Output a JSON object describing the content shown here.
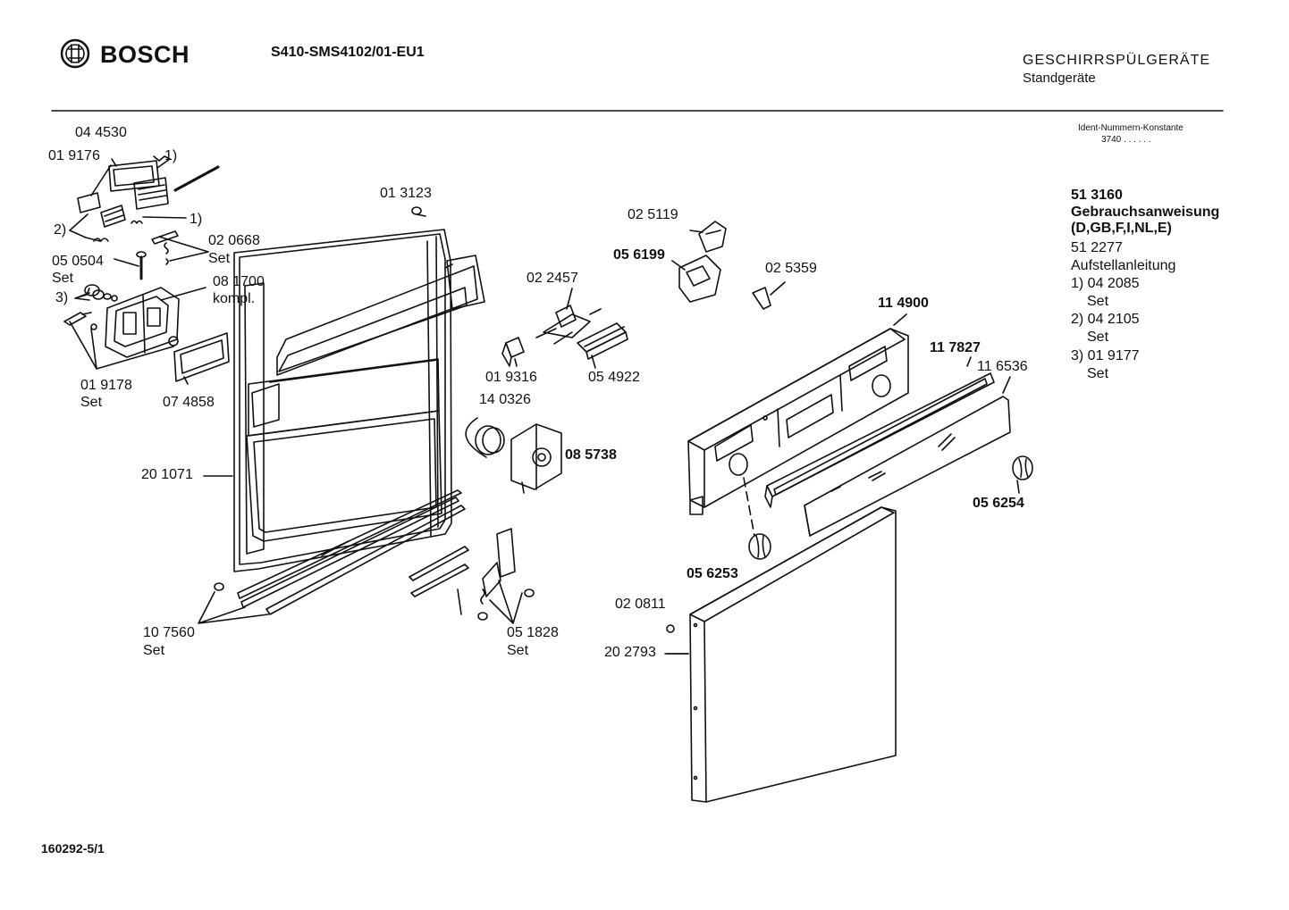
{
  "header": {
    "brand": "BOSCH",
    "model": "S410-SMS4102/01-EU1",
    "title": "GESCHIRRSPÜLGERÄTE",
    "subtitle": "Standgeräte",
    "ident_label": "Ident-Nummern-Konstante",
    "ident_value": "3740  . .   . . . ."
  },
  "parts": [
    {
      "id": "p1",
      "text": "04 4530"
    },
    {
      "id": "p2",
      "text": "01 9176"
    },
    {
      "id": "p3",
      "text": "1)"
    },
    {
      "id": "p4",
      "text": "2)"
    },
    {
      "id": "p5",
      "text": "1)"
    },
    {
      "id": "p6",
      "text": "02 0668"
    },
    {
      "id": "p7",
      "text": "Set"
    },
    {
      "id": "p8",
      "text": "05 0504"
    },
    {
      "id": "p9",
      "text": "Set"
    },
    {
      "id": "p10",
      "text": "3)"
    },
    {
      "id": "p11",
      "text": "08 1700"
    },
    {
      "id": "p12",
      "text": "kompl."
    },
    {
      "id": "p13",
      "text": "01 9178"
    },
    {
      "id": "p14",
      "text": "Set"
    },
    {
      "id": "p15",
      "text": "07 4858"
    },
    {
      "id": "p16",
      "text": "01 3123"
    },
    {
      "id": "p17",
      "text": "20 1071"
    },
    {
      "id": "p18",
      "text": "10 7560"
    },
    {
      "id": "p19",
      "text": "Set"
    },
    {
      "id": "p20",
      "text": "02 2457"
    },
    {
      "id": "p21",
      "text": "01 9316"
    },
    {
      "id": "p22",
      "text": "05 4922"
    },
    {
      "id": "p23",
      "text": "14 0326"
    },
    {
      "id": "p24",
      "text": "08 5738"
    },
    {
      "id": "p25",
      "text": "05 1828"
    },
    {
      "id": "p26",
      "text": "Set"
    },
    {
      "id": "p27",
      "text": "02 5119"
    },
    {
      "id": "p28",
      "text": "05 6199"
    },
    {
      "id": "p29",
      "text": "02 5359"
    },
    {
      "id": "p30",
      "text": "11 4900"
    },
    {
      "id": "p31",
      "text": "11 7827"
    },
    {
      "id": "p32",
      "text": "11 6536"
    },
    {
      "id": "p33",
      "text": "05 6254"
    },
    {
      "id": "p34",
      "text": "05 6253"
    },
    {
      "id": "p35",
      "text": "02 0811"
    },
    {
      "id": "p36",
      "text": "20 2793"
    }
  ],
  "sidebar": [
    {
      "text": "51 3160",
      "bold": true
    },
    {
      "text": "Gebrauchsanweisung",
      "bold": true
    },
    {
      "text": "(D,GB,F,I,NL,E)",
      "bold": true
    },
    {
      "text": "51 2277",
      "bold": false
    },
    {
      "text": "Aufstellanleitung",
      "bold": false
    },
    {
      "text": "1) 04 2085",
      "bold": false
    },
    {
      "text": "Set",
      "bold": false,
      "indent": true
    },
    {
      "text": "2) 04 2105",
      "bold": false
    },
    {
      "text": "Set",
      "bold": false,
      "indent": true
    },
    {
      "text": "3) 01 9177",
      "bold": false
    },
    {
      "text": "Set",
      "bold": false,
      "indent": true
    }
  ],
  "footer": {
    "code": "160292-5/1"
  }
}
